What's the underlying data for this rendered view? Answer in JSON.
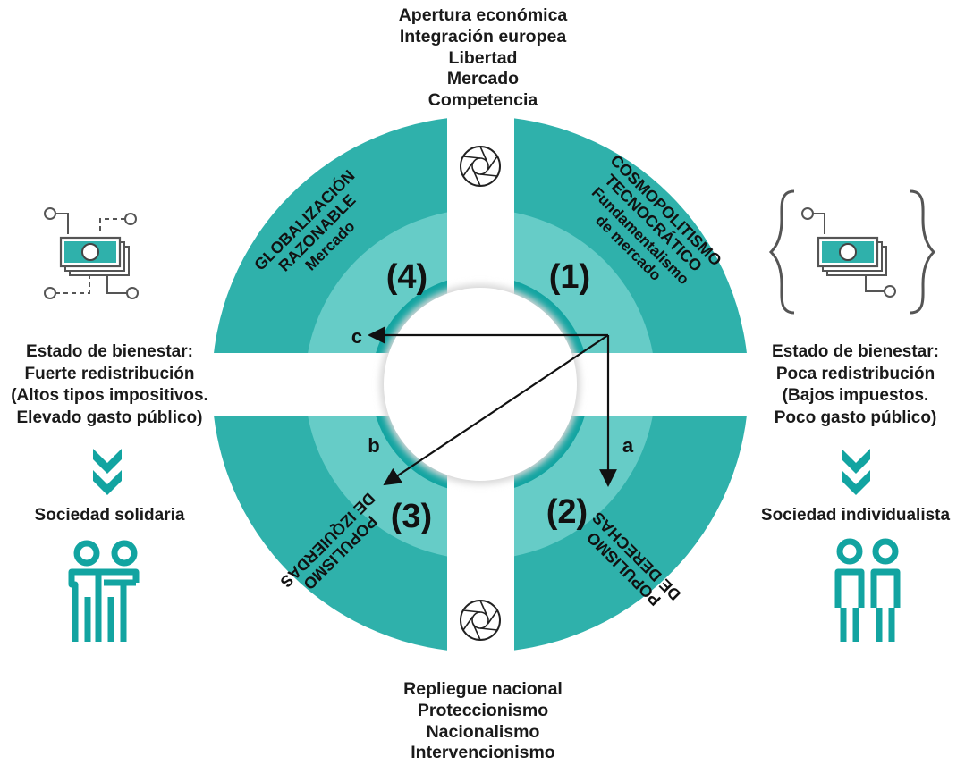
{
  "top_labels": [
    "Apertura económica",
    "Integración europea",
    "Libertad",
    "Mercado",
    "Competencia"
  ],
  "bottom_labels": [
    "Repliegue nacional",
    "Proteccionismo",
    "Nacionalismo",
    "Intervencionismo"
  ],
  "left_side": {
    "welfare_lines": [
      "Estado de bienestar:",
      "Fuerte redistribución",
      "(Altos tipos impositivos.",
      "Elevado gasto público)"
    ],
    "society": "Sociedad solidaria",
    "money_icon": "connected-banknotes-icon",
    "people_icon": "people-embracing-icon"
  },
  "right_side": {
    "welfare_lines": [
      "Estado de bienestar:",
      "Poca redistribución",
      "(Bajos impuestos.",
      "Poco gasto público)"
    ],
    "society": "Sociedad individualista",
    "money_icon": "bracketed-banknotes-icon",
    "people_icon": "people-apart-icon"
  },
  "quadrants": {
    "q1": {
      "number": "(1)",
      "lines": [
        "COSMOPOLITISMO",
        "TECNOCRÁTICO",
        "Fundamentalismo",
        "de mercado"
      ]
    },
    "q2": {
      "number": "(2)",
      "lines": [
        "POPULISMO",
        "DE DERECHAS"
      ]
    },
    "q3": {
      "number": "(3)",
      "lines": [
        "POPULISMO",
        "DE IZQUIERDAS"
      ]
    },
    "q4": {
      "number": "(4)",
      "lines": [
        "GLOBALIZACIÓN",
        "RAZONABLE",
        "Mercado"
      ]
    }
  },
  "arrows": {
    "a": "a",
    "b": "b",
    "c": "c"
  },
  "colors": {
    "dark_teal": "#2fb1ab",
    "light_teal": "#66ccc7",
    "ring": "#12a4a1",
    "text": "#1a1a1a",
    "icon_gray": "#555555"
  },
  "icons": {
    "top": "aperture-icon",
    "bottom": "aperture-icon"
  }
}
